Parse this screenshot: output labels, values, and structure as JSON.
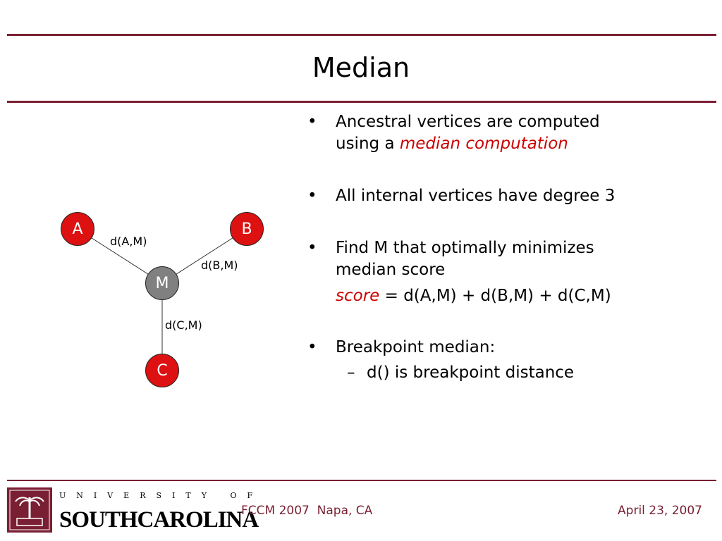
{
  "slide": {
    "title": "Median"
  },
  "diagram": {
    "nodes": {
      "a": "A",
      "b": "B",
      "m": "M",
      "c": "C"
    },
    "edges": {
      "am": "d(A,M)",
      "bm": "d(B,M)",
      "cm": "d(C,M)"
    }
  },
  "bullets": {
    "b1_line1": "Ancestral vertices are computed",
    "b1_line2_prefix": "using a ",
    "b1_line2_emph": "median computation",
    "b2": "All internal vertices have degree 3",
    "b3_line1": "Find M that optimally minimizes",
    "b3_line2": "median score",
    "formula_emph": "score",
    "formula_rest": " = d(A,M) + d(B,M) + d(C,M)",
    "b4": "Breakpoint median:",
    "sub1": "d() is breakpoint distance"
  },
  "footer": {
    "logo_top": "UNIVERSITY OF",
    "logo_main": "SOUTHCAROLINA",
    "event": "FCCM 2007  Napa, CA",
    "date": "April 23, 2007"
  },
  "colors": {
    "rule": "#7a1f33",
    "node_red": "#dd1111",
    "node_gray": "#808080",
    "emphasis": "#cc0000"
  }
}
